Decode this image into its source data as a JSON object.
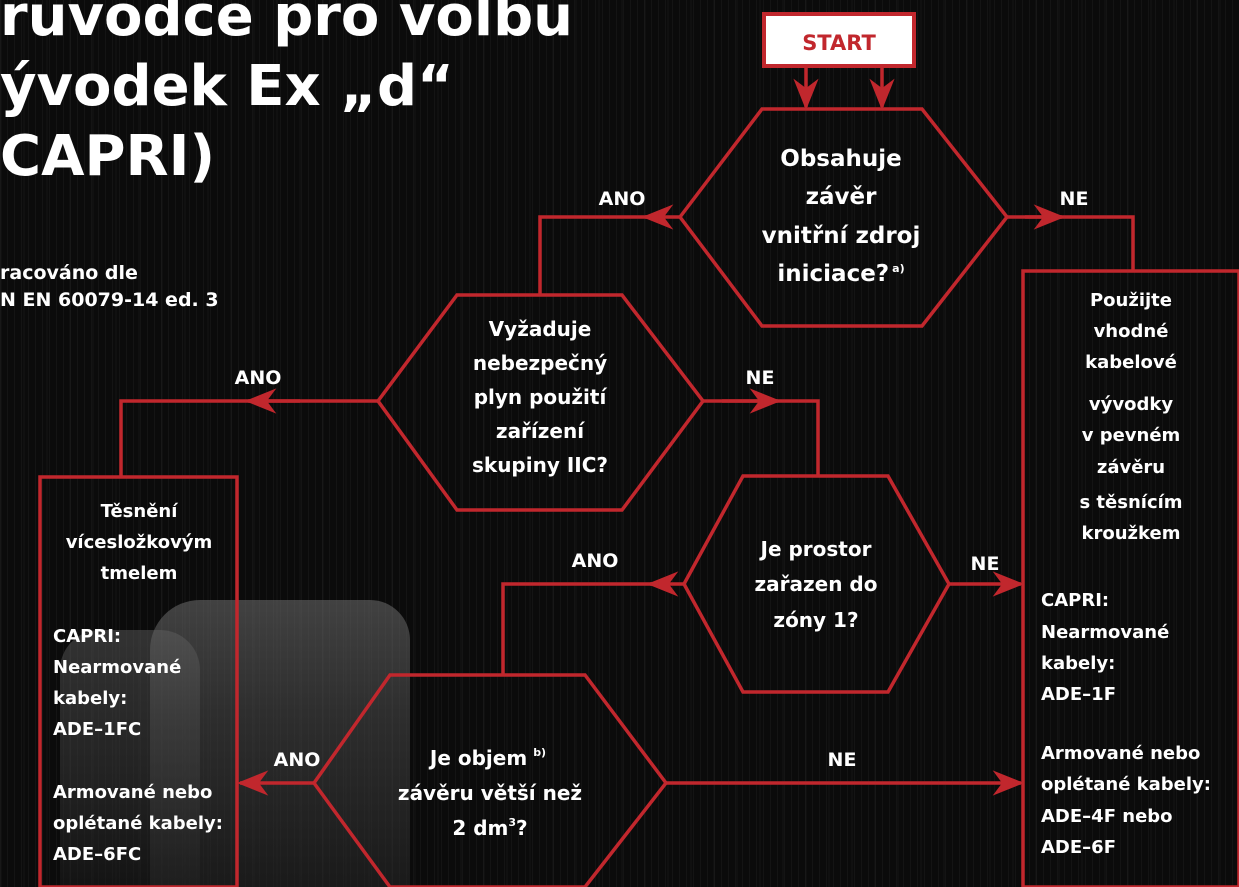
{
  "title": {
    "line1": "ruvodce pro volbu",
    "line2": "ývodek Ex „d“",
    "line3": "CAPRI)"
  },
  "subtitle": {
    "line1": "racováno dle",
    "line2": "N EN 60079-14 ed. 3"
  },
  "start_label": "START",
  "q1": {
    "lines": [
      "Obsahuje",
      "závěr",
      "vnitřní zdroj",
      "iniciace?"
    ],
    "sup": "a)"
  },
  "q2": {
    "lines": [
      "Vyžaduje",
      "nebezpečný",
      "plyn použití",
      "zařízení",
      "skupiny IIC?"
    ]
  },
  "q3": {
    "lines": [
      "Je prostor",
      "zařazen do",
      "zóny 1?"
    ]
  },
  "q4": {
    "line1": "Je objem",
    "line1_sup": "b)",
    "line2": "závěru větší než",
    "line3": "2 dm",
    "line3_sup": "3",
    "line3_end": "?"
  },
  "labels": {
    "q1_yes": "ANO",
    "q1_no": "NE",
    "q2_yes": "ANO",
    "q2_no": "NE",
    "q3_yes": "ANO",
    "q3_no": "NE",
    "q4_yes": "ANO",
    "q4_no": "NE"
  },
  "left_box": {
    "heading": [
      "Těsnění",
      "vícesložkovým",
      "tmelem"
    ],
    "body": [
      "CAPRI:",
      "Nearmované",
      "kabely:",
      "ADE–1FC",
      "",
      "Armované nebo",
      "oplétané kabely:",
      "ADE–6FC"
    ]
  },
  "right_box": {
    "heading": [
      "Použijte",
      "vhodné",
      "kabelové",
      "vývodky",
      "v pevném",
      "závěru",
      "s těsnícím",
      "kroužkem"
    ],
    "body": [
      "CAPRI:",
      "Nearmované",
      "kabely:",
      "ADE–1F",
      "",
      "Armované nebo",
      "oplétané kabely:",
      "ADE–4F nebo",
      "ADE–6F"
    ]
  },
  "colors": {
    "flow_red": "#c1272d",
    "text": "#ffffff",
    "background": "#0b0b0b"
  }
}
